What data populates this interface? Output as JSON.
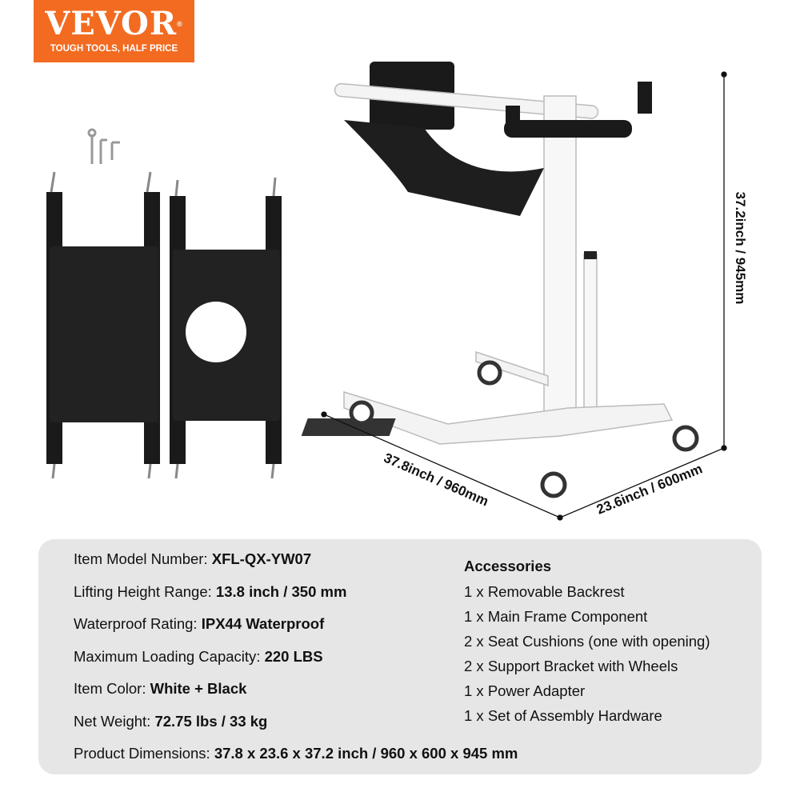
{
  "logo": {
    "brand": "VEVOR",
    "registered": "®",
    "tagline": "TOUGH TOOLS, HALF PRICE",
    "color": "#f26b21"
  },
  "dimensions": {
    "height": "37.2inch / 945mm",
    "length": "37.8inch / 960mm",
    "width": "23.6inch / 600mm"
  },
  "specs": [
    {
      "label": "Item Model Number: ",
      "value": "XFL-QX-YW07"
    },
    {
      "label": "Lifting Height Range: ",
      "value": "13.8 inch / 350 mm"
    },
    {
      "label": "Waterproof Rating: ",
      "value": "IPX44 Waterproof"
    },
    {
      "label": "Maximum Loading Capacity: ",
      "value": "220 LBS"
    },
    {
      "label": "Item Color: ",
      "value": "White + Black"
    },
    {
      "label": "Net Weight: ",
      "value": "72.75 lbs / 33 kg"
    },
    {
      "label": "Product Dimensions: ",
      "value": "37.8 x 23.6 x 37.2 inch / 960 x 600 x 945 mm"
    }
  ],
  "accessories": {
    "title": "Accessories",
    "items": [
      "1 x Removable Backrest",
      "1 x Main Frame Component",
      "2 x Seat Cushions (one with opening)",
      "2 x Support Bracket with Wheels",
      "1 x Power Adapter",
      "1 x Set of Assembly Hardware"
    ]
  }
}
